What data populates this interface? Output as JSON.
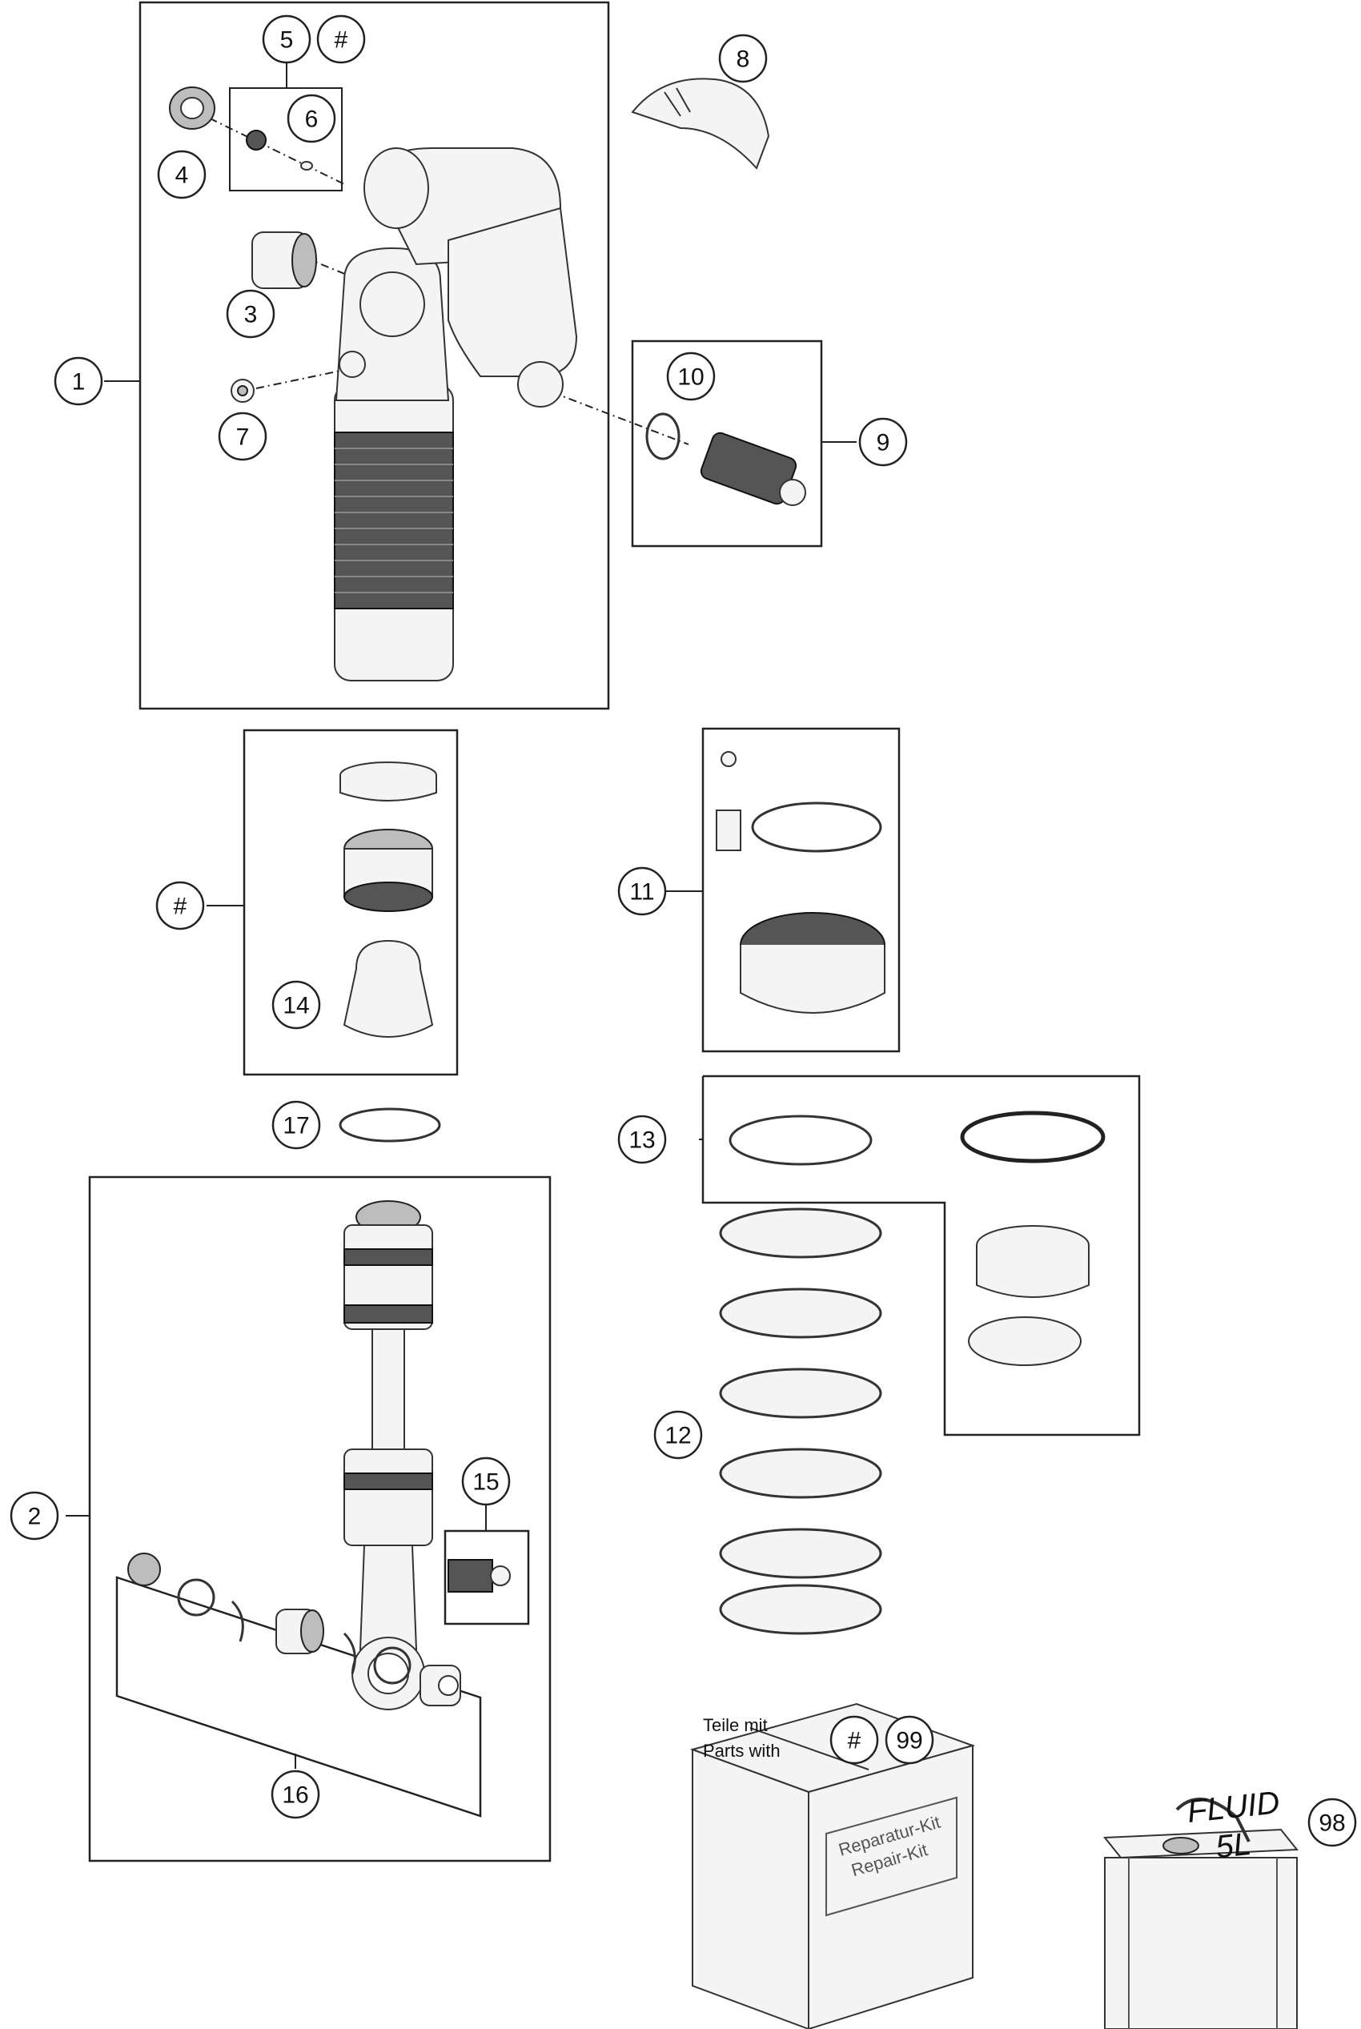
{
  "callouts": [
    {
      "id": "c1",
      "label": "1"
    },
    {
      "id": "c2",
      "label": "2"
    },
    {
      "id": "c3",
      "label": "3"
    },
    {
      "id": "c4",
      "label": "4"
    },
    {
      "id": "c5",
      "label": "5"
    },
    {
      "id": "c5hash",
      "label": "#"
    },
    {
      "id": "c6",
      "label": "6"
    },
    {
      "id": "c7",
      "label": "7"
    },
    {
      "id": "c8",
      "label": "8"
    },
    {
      "id": "c9",
      "label": "9"
    },
    {
      "id": "c10",
      "label": "10"
    },
    {
      "id": "c11",
      "label": "11"
    },
    {
      "id": "c12",
      "label": "12"
    },
    {
      "id": "c13",
      "label": "13"
    },
    {
      "id": "chash",
      "label": "#"
    },
    {
      "id": "c14",
      "label": "14"
    },
    {
      "id": "c15",
      "label": "15"
    },
    {
      "id": "c16",
      "label": "16"
    },
    {
      "id": "c17",
      "label": "17"
    },
    {
      "id": "c98",
      "label": "98"
    },
    {
      "id": "c99hash",
      "label": "#"
    },
    {
      "id": "c99",
      "label": "99"
    }
  ],
  "note": {
    "line1": "Teile mit",
    "line2": "Parts with"
  },
  "kit_box": {
    "line1": "Reparatur-Kit",
    "line2": "Repair-Kit"
  },
  "fluid_can": {
    "line1": "FLUID",
    "line2": "5L"
  }
}
